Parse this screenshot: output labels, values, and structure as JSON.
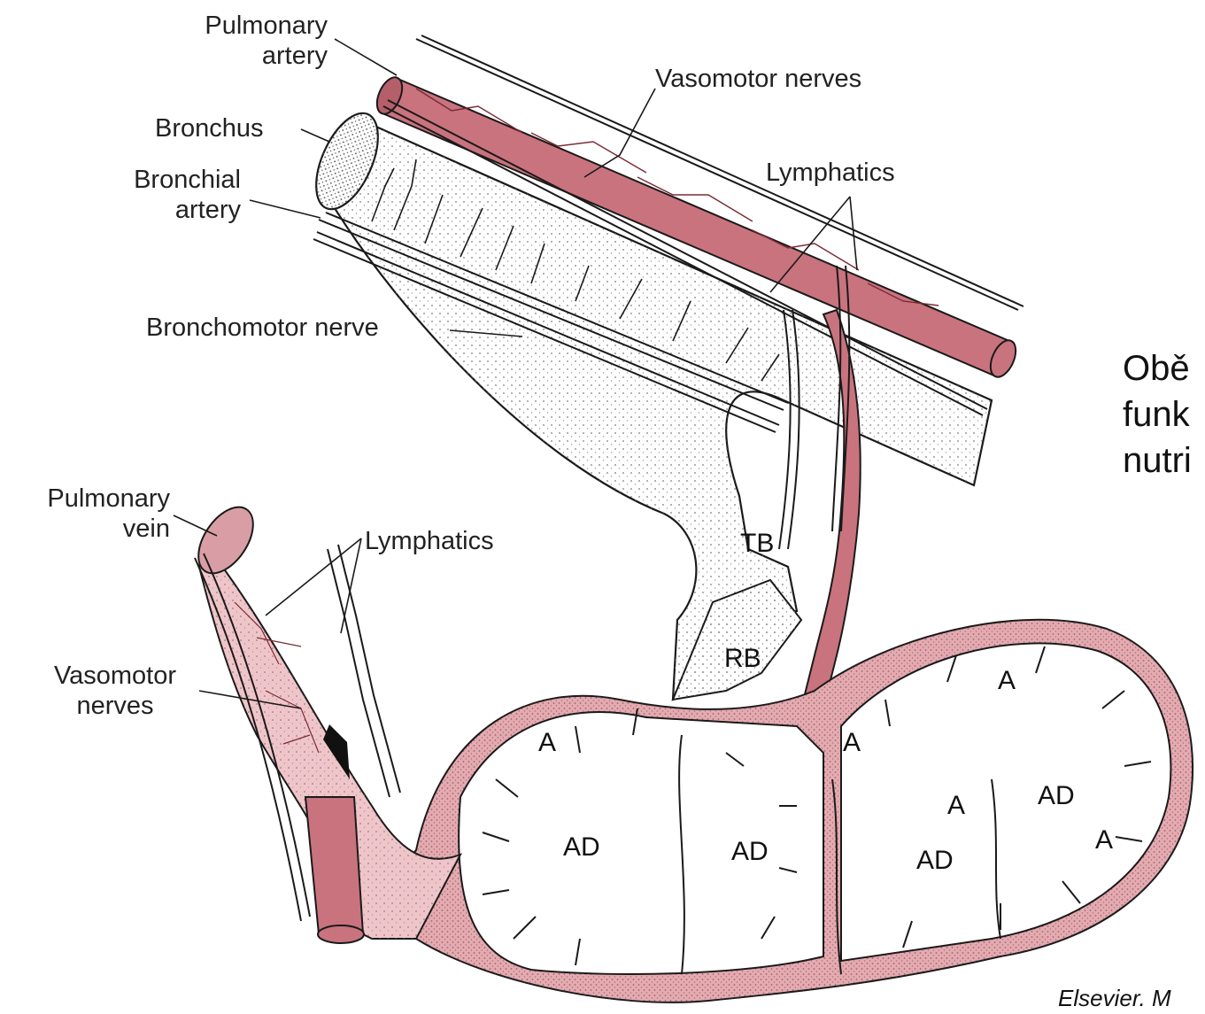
{
  "labels": {
    "pulmonary_artery": [
      "Pulmonary",
      "artery"
    ],
    "bronchus": "Bronchus",
    "bronchial_artery": [
      "Bronchial",
      "artery"
    ],
    "bronchomotor_nerve": "Bronchomotor nerve",
    "pulmonary_vein": [
      "Pulmonary",
      "vein"
    ],
    "vasomotor_nerves_left": [
      "Vasomotor",
      "nerves"
    ],
    "vasomotor_nerves_top": "Vasomotor nerves",
    "lymphatics_top": "Lymphatics",
    "lymphatics_left": "Lymphatics"
  },
  "structures": {
    "tb": "TB",
    "rb": "RB",
    "alveolus": "A",
    "alveolar_duct": "AD"
  },
  "side_text": [
    "Obě",
    "funk",
    "nutri"
  ],
  "credit": "Elsevier. M",
  "colors": {
    "vessel_fill": "#c9737e",
    "vein_fill": "#f0c5c9",
    "outline": "#1a1a1a",
    "stipple": "#555555"
  }
}
